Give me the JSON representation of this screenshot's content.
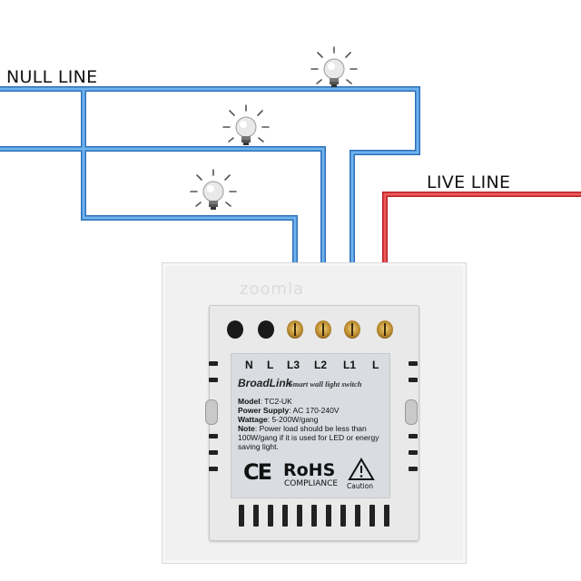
{
  "labels": {
    "null_line": "NULL LINE",
    "live_line": "LIVE LINE"
  },
  "terminals": [
    "N",
    "L",
    "L3",
    "L2",
    "L1",
    "L"
  ],
  "device": {
    "brand": "BroadLink",
    "subtitle": "Smart wall light switch",
    "model_label": "Model",
    "model_value": ": TC2-UK",
    "power_label": "Power Supply",
    "power_value": ": AC 170-240V",
    "wattage_label": "Wattage",
    "wattage_value": ": 5-200W/gang",
    "note_label": "Note",
    "note_value": ": Power load should be less than 100W/gang if it is used for LED or energy saving light.",
    "ce": "CE",
    "rohs": "RoHS",
    "rohs_sub": "COMPLIANCE",
    "caution": "Caution",
    "watermark": "zoomla"
  },
  "colors": {
    "null_wire": "#4a90d9",
    "live_wire": "#d83c3c",
    "bulb_glass": "#e8e8e8"
  },
  "icons": [
    "light-bulb-icon",
    "light-bulb-icon",
    "light-bulb-icon",
    "warning-triangle-icon"
  ]
}
